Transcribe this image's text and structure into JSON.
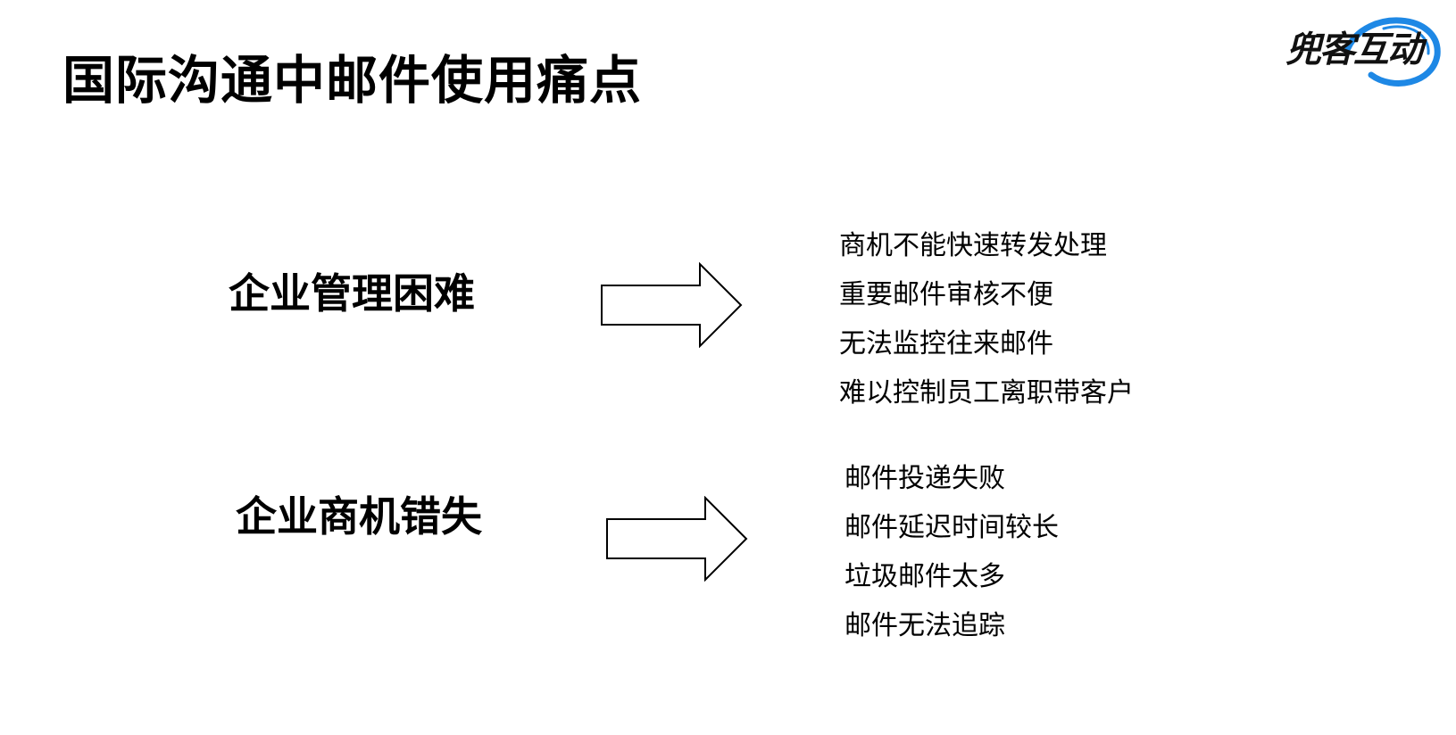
{
  "slide": {
    "title": "国际沟通中邮件使用痛点",
    "logo_text": "兜客互动",
    "brand_color": "#1e88e5"
  },
  "groups": [
    {
      "label": "企业管理困难",
      "points": [
        "商机不能快速转发处理",
        "重要邮件审核不便",
        "无法监控往来邮件",
        "难以控制员工离职带客户"
      ]
    },
    {
      "label": "企业商机错失",
      "points": [
        "邮件投递失败",
        "邮件延迟时间较长",
        "垃圾邮件太多",
        "邮件无法追踪"
      ]
    }
  ],
  "icons": {
    "arrow": "right-arrow-icon",
    "logo_ring": "swoosh-ring-icon"
  }
}
